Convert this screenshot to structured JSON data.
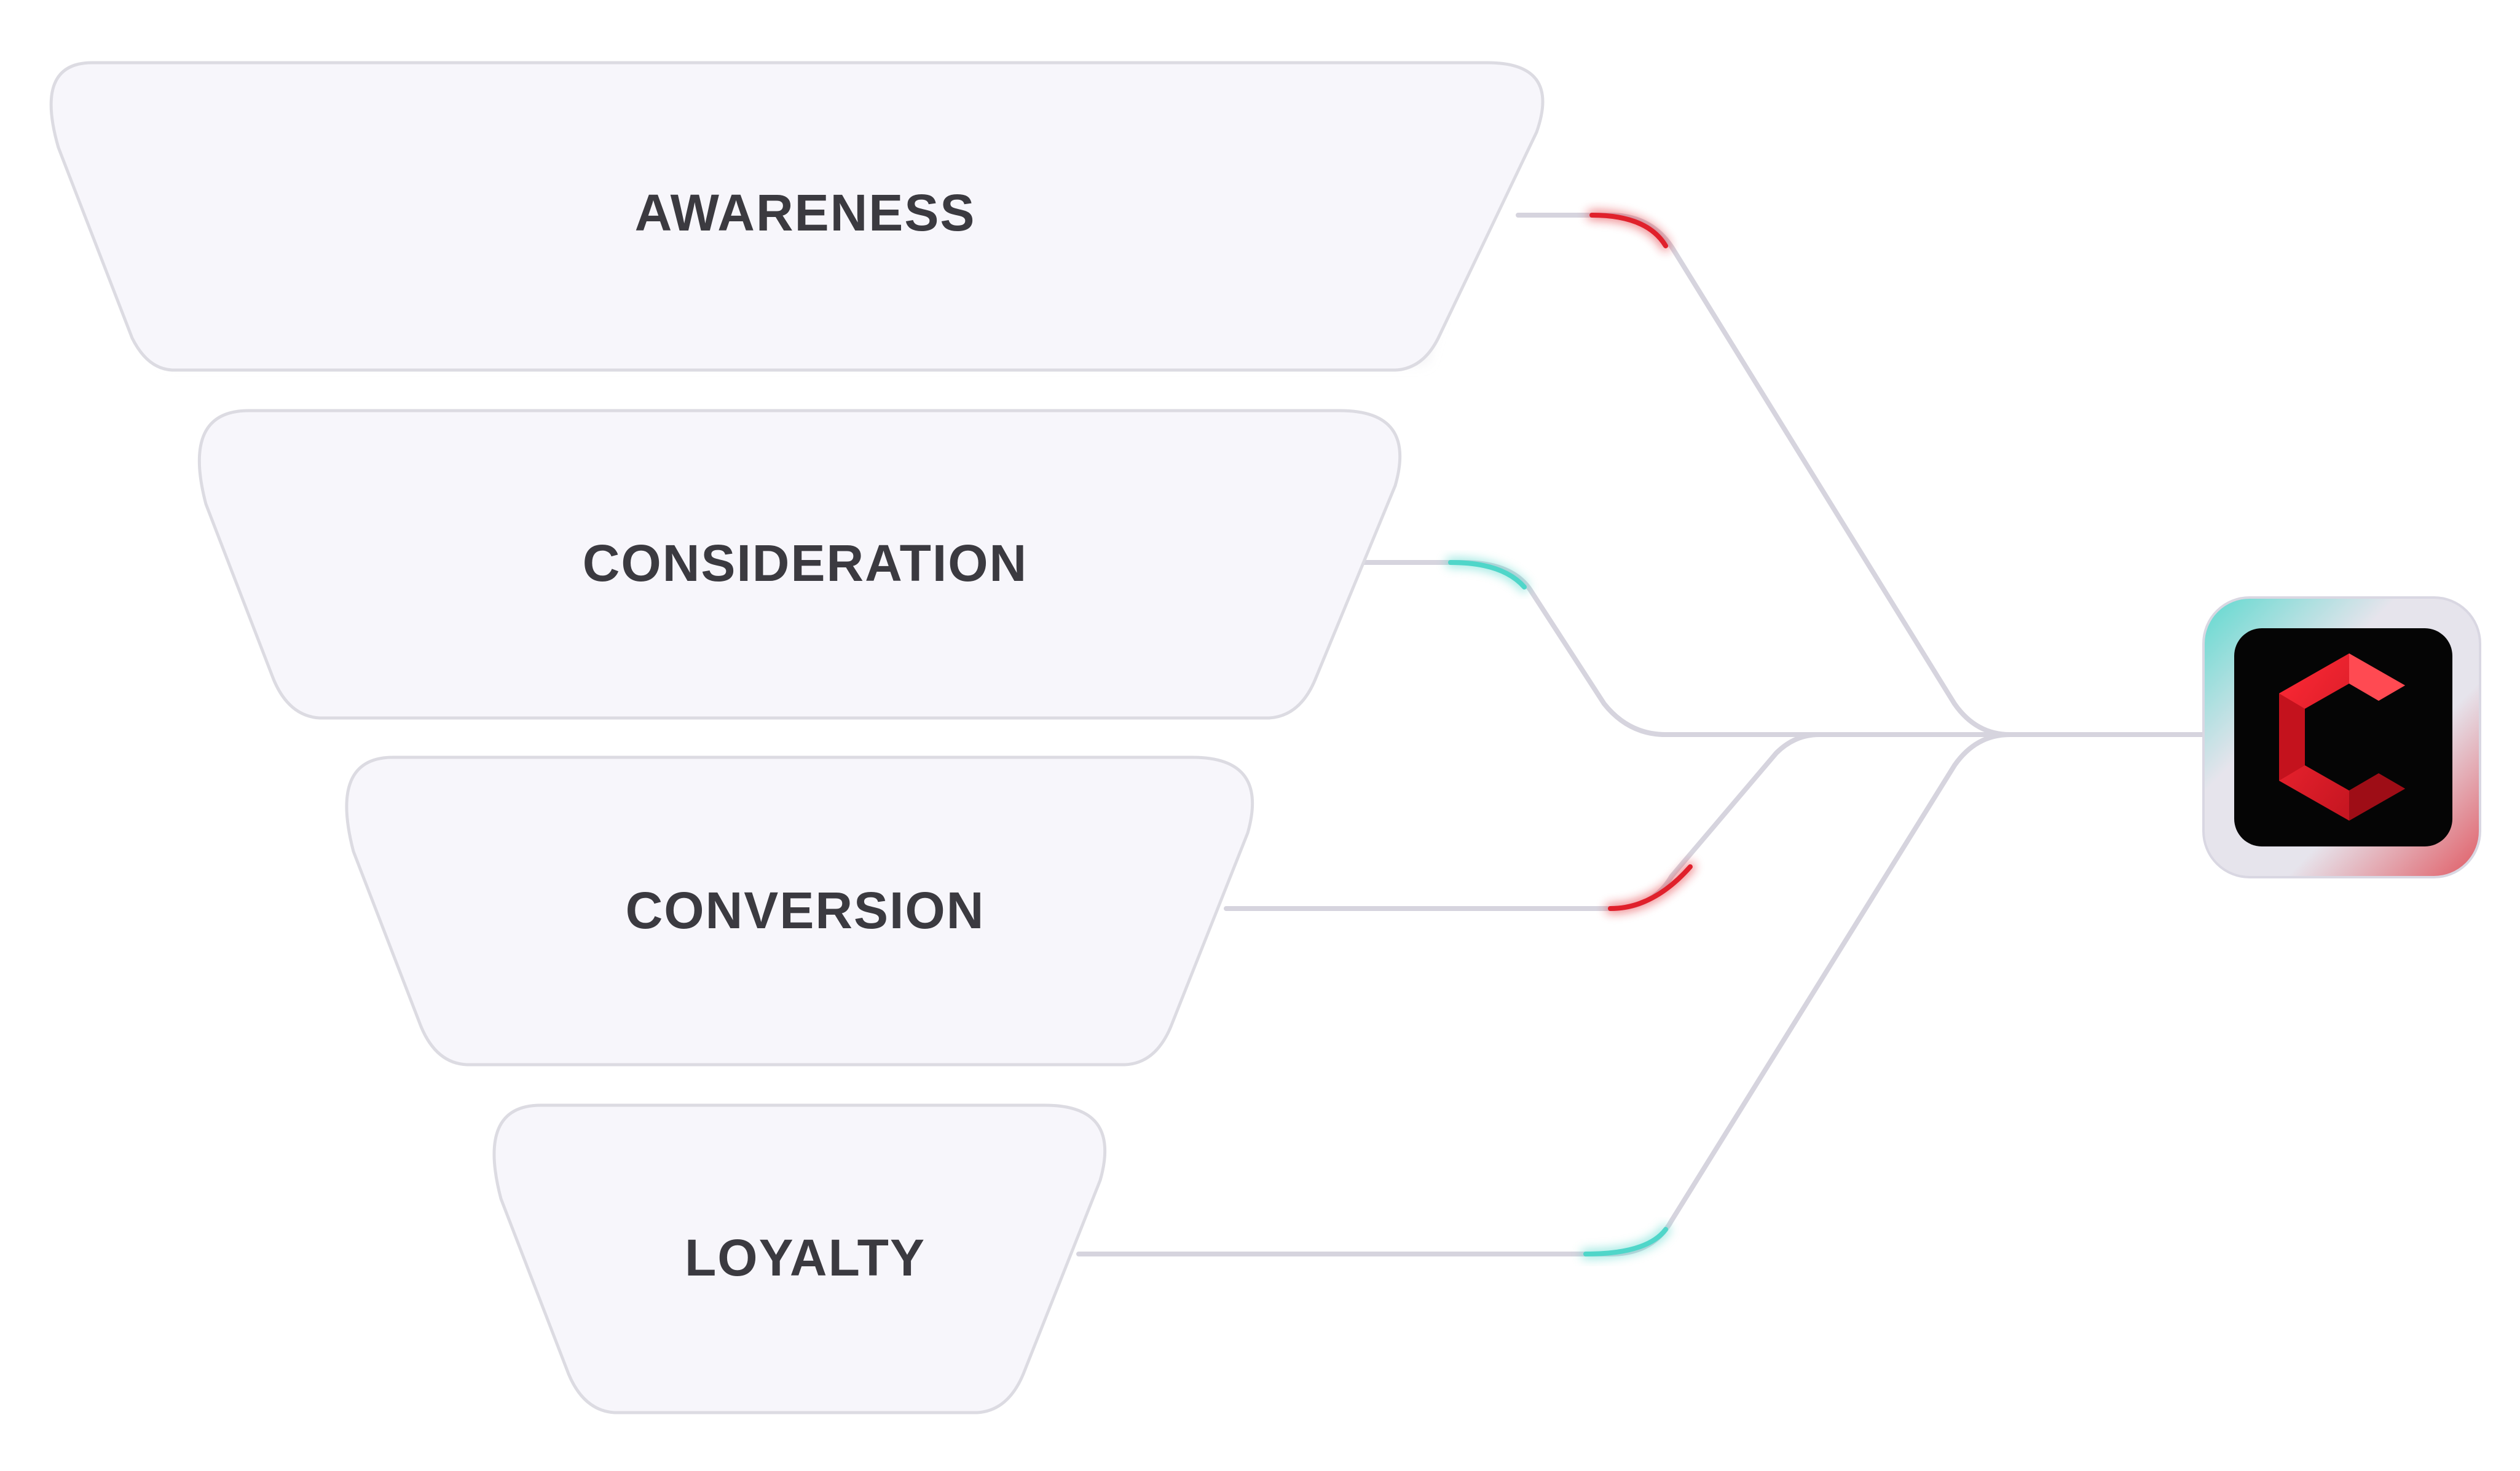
{
  "funnel": {
    "stages": [
      {
        "id": "awareness",
        "label": "AWARENESS",
        "accent": "red"
      },
      {
        "id": "consideration",
        "label": "CONSIDERATION",
        "accent": "teal"
      },
      {
        "id": "conversion",
        "label": "CONVERSION",
        "accent": "red"
      },
      {
        "id": "loyalty",
        "label": "LOYALTY",
        "accent": "teal"
      }
    ]
  },
  "hub": {
    "icon": "letter-c-logo-icon"
  },
  "colors": {
    "red": "#e0202b",
    "teal": "#4fd6c9",
    "line": "#d6d4de",
    "card_fill": "#f7f6fb",
    "card_border": "#dcdbe2",
    "text": "#3b3a40",
    "logo_bg": "#050505"
  }
}
